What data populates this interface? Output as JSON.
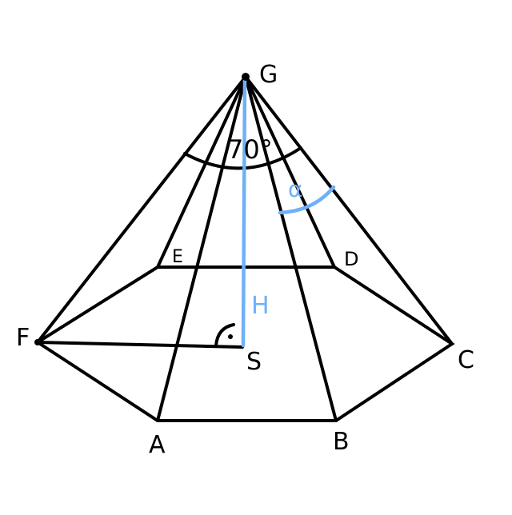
{
  "figure": {
    "vertices": {
      "G": "G",
      "F": "F",
      "A": "A",
      "B": "B",
      "C": "C",
      "D": "D",
      "E": "E",
      "S": "S"
    },
    "height_label": "H",
    "apex_angle_label": "70°",
    "alpha_label": "α",
    "colors": {
      "lines": "#000000",
      "highlight": "#6fb0f7"
    }
  }
}
